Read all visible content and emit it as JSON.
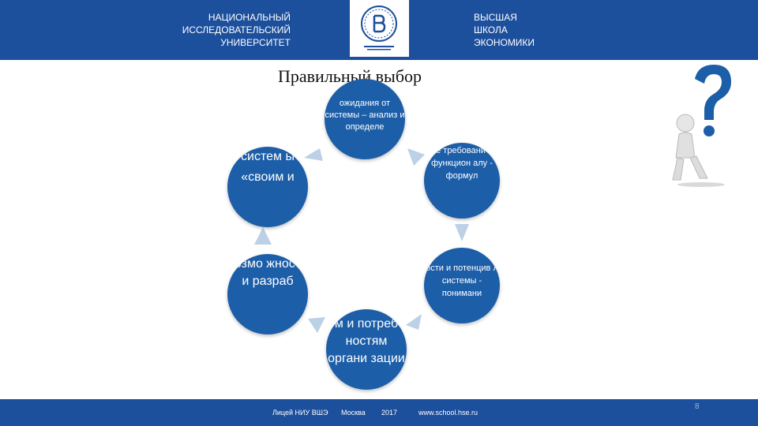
{
  "header": {
    "left_text": [
      "НАЦИОНАЛЬНЫЙ",
      "ИССЛЕДОВАТЕЛЬСКИЙ",
      "УНИВЕРСИТЕТ"
    ],
    "right_text": [
      "ВЫСШАЯ",
      "ШКОЛА",
      "ЭКОНОМИКИ"
    ],
    "logo_icon": "hse-logo"
  },
  "slide": {
    "title": "Правильный выбор"
  },
  "cycle": {
    "top_text": "ожидания от системы – анализ и определе",
    "right_text": "ные требовани я к функцион алу - формул",
    "bottom_right_text": "ости и потенцив л системы - понимани",
    "bottom_text": "м и потреб ностям органи зации",
    "left_text": "систем ы «своим и",
    "bottom_left_text": "возмо жность и разраб"
  },
  "footer": {
    "org": "Лицей НИУ ВШЭ",
    "city": "Москва",
    "year": "2017",
    "url": "www.school.hse.ru"
  },
  "page_number": "8",
  "colors": {
    "header": "#1c4f9c",
    "circle": "#1c5ea8",
    "arrow": "#bcd0e6",
    "question_mark": "#1c5ea8"
  }
}
